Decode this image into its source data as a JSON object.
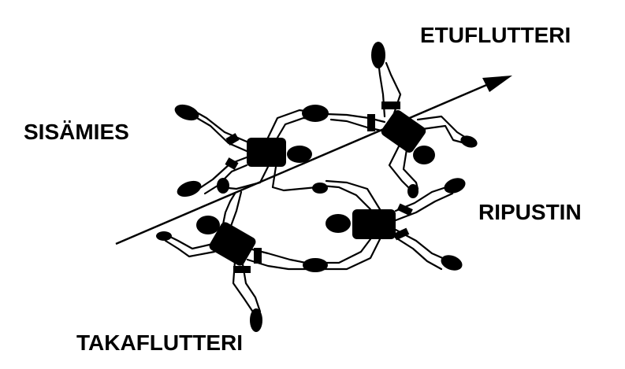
{
  "labels": {
    "front_flutter": "ETUFLUTTERI",
    "inside_man": "SISÄMIES",
    "hanger": "RIPUSTIN",
    "rear_flutter": "TAKAFLUTTERI"
  },
  "colors": {
    "background": "#ffffff",
    "ink": "#000000"
  }
}
